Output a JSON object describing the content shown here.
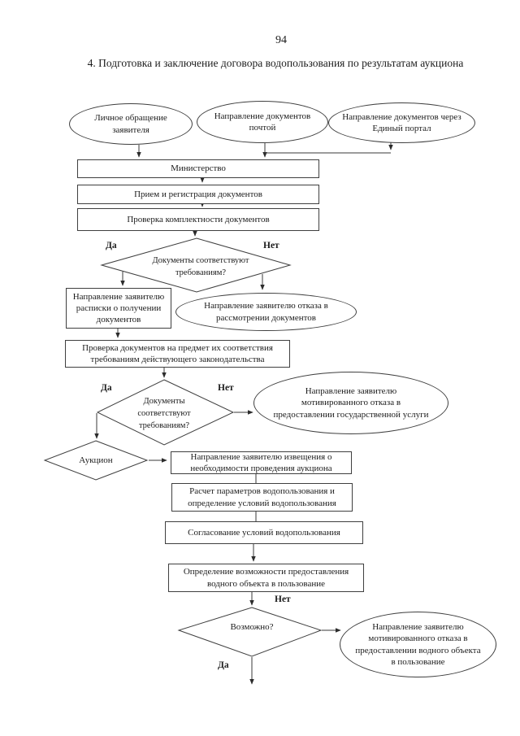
{
  "page": {
    "number": "94",
    "title": "4. Подготовка и заключение договора водопользования по результатам аукциона"
  },
  "flowchart": {
    "start_nodes": [
      {
        "label": "Личное обращение заявителя"
      },
      {
        "label": "Направление документов почтой"
      },
      {
        "label": "Направление документов через Единый портал"
      }
    ],
    "process": {
      "ministry": "Министерство",
      "reception": "Прием и регистрация документов",
      "completeness_check": "Проверка комплектности документов",
      "receipt": "Направление заявителю расписки о получении документов",
      "law_check": "Проверка документов на предмет их соответствия требованиям действующего законодательства",
      "auction_notice": "Направление заявителю извещения о необходимости проведения аукциона",
      "params_calc": "Расчет параметров водопользования и определение условий водопользования",
      "conditions_approval": "Согласование условий водопользования",
      "possibility": "Определение возможности предоставления водного объекта в пользование"
    },
    "decisions": {
      "docs_match_1": "Документы соответствуют требованиям?",
      "docs_match_2": "Документы соответствуют требованиям?",
      "auction": "Аукцион",
      "possible": "Возможно?"
    },
    "terminators": {
      "reject_review": "Направление заявителю отказа в рассмотрении документов",
      "reject_service": "Направление заявителю мотивированного отказа в предоставлении государственной услуги",
      "reject_object": "Направление заявителю мотивированного отказа в предоставлении водного объекта в пользование"
    },
    "labels": {
      "yes": "Да",
      "no": "Нет"
    }
  },
  "colors": {
    "line": "#3a3a3a",
    "text": "#1c1c1c",
    "background": "#ffffff"
  }
}
